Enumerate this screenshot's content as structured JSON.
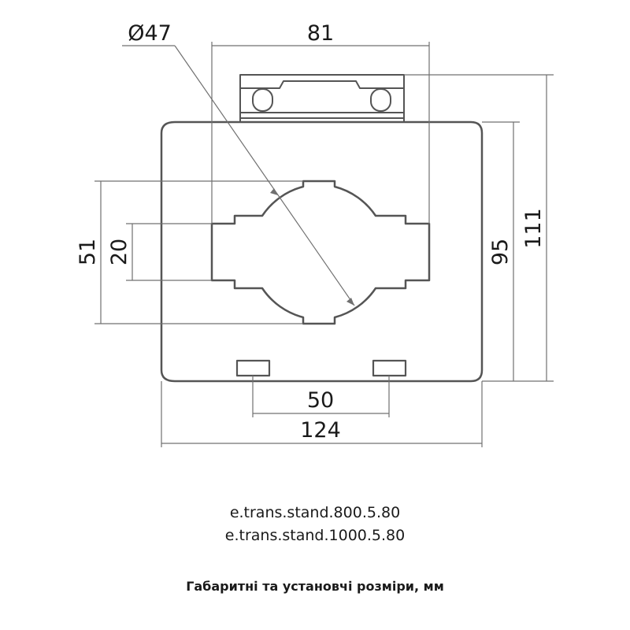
{
  "drawing": {
    "colors": {
      "outline": "#555555",
      "dimension": "#707070",
      "text": "#1a1a1a"
    },
    "dimensions": {
      "diameter": "Ø47",
      "width_top": "81",
      "height_total": "111",
      "height_body": "95",
      "height_window": "51",
      "height_slot": "20",
      "mount_spacing": "50",
      "width_body": "124"
    }
  },
  "models": [
    "e.trans.stand.800.5.80",
    "e.trans.stand.1000.5.80"
  ],
  "caption": "Габаритні та установчі розміри, мм"
}
